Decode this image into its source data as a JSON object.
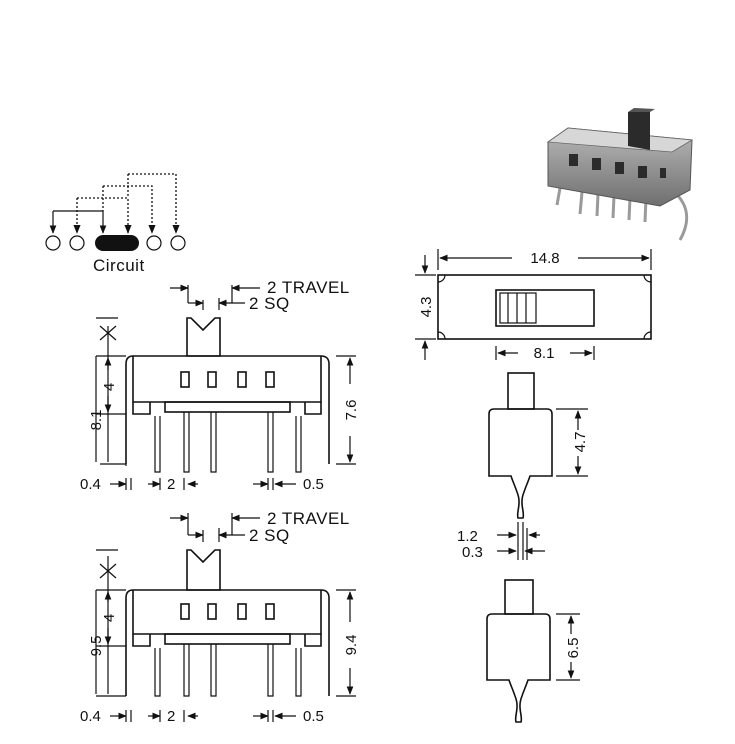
{
  "circuit": {
    "label": "Circuit"
  },
  "side_view_a": {
    "travel": "2 TRAVEL",
    "sq": "2 SQ",
    "height_total": "8.1",
    "height_body": "4",
    "height_right": "7.6",
    "pitch_left": "0.4",
    "pitch": "2",
    "pin_width": "0.5"
  },
  "side_view_b": {
    "travel": "2 TRAVEL",
    "sq": "2 SQ",
    "height_total": "9.5",
    "height_body": "4",
    "height_right": "9.4",
    "pitch_left": "0.4",
    "pitch": "2",
    "pin_width": "0.5"
  },
  "top_view": {
    "length": "14.8",
    "width": "4.3",
    "slot": "8.1"
  },
  "end_view_a": {
    "height": "4.7",
    "pin_a": "1.2",
    "pin_b": "0.3"
  },
  "end_view_b": {
    "height": "6.5"
  },
  "colors": {
    "ink": "#111111",
    "body": "#ffffff",
    "photo_body": "#8a8a8a",
    "photo_dark": "#2b2b2b"
  }
}
